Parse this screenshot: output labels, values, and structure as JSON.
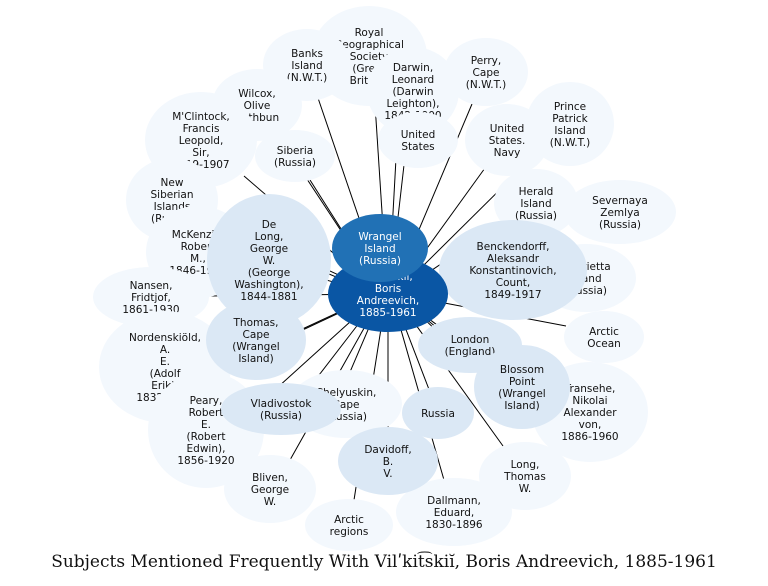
{
  "title": "Subjects Mentioned Frequently With Vilʹkit͡skiĭ, Boris Andreevich, 1885-1961",
  "center": {
    "id": "vilkitskii",
    "label": [
      "Vilʹkit͡skiĭ,",
      "Boris",
      "Andreevich,",
      "1885-1961"
    ],
    "color": "#0a56a4"
  },
  "colors": {
    "strong": "#2171b5",
    "medium": "#dbe8f5",
    "light": "#f3f8fd",
    "edge": "#000000"
  },
  "nodes": [
    {
      "id": "wrangel",
      "label": [
        "Wrangel",
        "Island",
        "(Russia)"
      ],
      "tone": "strong"
    },
    {
      "id": "royal",
      "label": [
        "Royal",
        "Geographical",
        "Society",
        "(Great",
        "Britain)"
      ],
      "tone": "light"
    },
    {
      "id": "banks",
      "label": [
        "Banks",
        "Island",
        "(N.W.T.)"
      ],
      "tone": "light"
    },
    {
      "id": "darwin",
      "label": [
        "Darwin,",
        "Leonard",
        "(Darwin",
        "Leighton),",
        "1842-1900"
      ],
      "tone": "light"
    },
    {
      "id": "perry",
      "label": [
        "Perry,",
        "Cape",
        "(N.W.T.)"
      ],
      "tone": "light"
    },
    {
      "id": "wilcox",
      "label": [
        "Wilcox,",
        "Olive",
        "Rathbun"
      ],
      "tone": "light"
    },
    {
      "id": "prince",
      "label": [
        "Prince",
        "Patrick",
        "Island",
        "(N.W.T.)"
      ],
      "tone": "light"
    },
    {
      "id": "mclintock",
      "label": [
        "M'Clintock,",
        "Francis",
        "Leopold,",
        "Sir,",
        "1819-1907"
      ],
      "tone": "light"
    },
    {
      "id": "siberia",
      "label": [
        "Siberia",
        "(Russia)"
      ],
      "tone": "light"
    },
    {
      "id": "us",
      "label": [
        "United",
        "States"
      ],
      "tone": "light"
    },
    {
      "id": "usnavy",
      "label": [
        "United",
        "States.",
        "Navy"
      ],
      "tone": "light"
    },
    {
      "id": "newsib",
      "label": [
        "New",
        "Siberian",
        "Islands",
        "(Russia)"
      ],
      "tone": "light"
    },
    {
      "id": "herald",
      "label": [
        "Herald",
        "Island",
        "(Russia)"
      ],
      "tone": "light"
    },
    {
      "id": "severnaya",
      "label": [
        "Severnaya",
        "Zemlya",
        "(Russia)"
      ],
      "tone": "light"
    },
    {
      "id": "mckenzie",
      "label": [
        "McKenzie,",
        "Robert",
        "M.,",
        "1846-1930"
      ],
      "tone": "light"
    },
    {
      "id": "delong",
      "label": [
        "De",
        "Long,",
        "George",
        "W.",
        "(George",
        "Washington),",
        "1844-1881"
      ],
      "tone": "medium"
    },
    {
      "id": "benck",
      "label": [
        "Benckendorff,",
        "Aleksandr",
        "Konstantinovich,",
        "Count,",
        "1849-1917"
      ],
      "tone": "medium"
    },
    {
      "id": "henrietta",
      "label": [
        "Henrietta",
        "Island",
        "(Russia)"
      ],
      "tone": "light"
    },
    {
      "id": "nansen",
      "label": [
        "Nansen,",
        "Fridtjof,",
        "1861-1930"
      ],
      "tone": "light"
    },
    {
      "id": "thomas",
      "label": [
        "Thomas,",
        "Cape",
        "(Wrangel",
        "Island)"
      ],
      "tone": "medium"
    },
    {
      "id": "arctic",
      "label": [
        "Arctic",
        "Ocean"
      ],
      "tone": "light"
    },
    {
      "id": "nordensk",
      "label": [
        "Nordenskiöld,",
        "A.",
        "E.",
        "(Adolf",
        "Erik),",
        "1832-1901"
      ],
      "tone": "light"
    },
    {
      "id": "london",
      "label": [
        "London",
        "(England)"
      ],
      "tone": "medium"
    },
    {
      "id": "blossom",
      "label": [
        "Blossom",
        "Point",
        "(Wrangel",
        "Island)"
      ],
      "tone": "medium"
    },
    {
      "id": "peary",
      "label": [
        "Peary,",
        "Robert",
        "E.",
        "(Robert",
        "Edwin),",
        "1856-1920"
      ],
      "tone": "light"
    },
    {
      "id": "transehe",
      "label": [
        "Transehe,",
        "Nikolai",
        "Alexander",
        "von,",
        "1886-1960"
      ],
      "tone": "light"
    },
    {
      "id": "vladivostok",
      "label": [
        "Vladivostok",
        "(Russia)"
      ],
      "tone": "medium"
    },
    {
      "id": "chelyuskin",
      "label": [
        "Chelyuskin,",
        "Cape",
        "(Russia)"
      ],
      "tone": "light"
    },
    {
      "id": "russia",
      "label": [
        "Russia"
      ],
      "tone": "medium"
    },
    {
      "id": "davidoff",
      "label": [
        "Davidoff,",
        "B.",
        "V."
      ],
      "tone": "medium"
    },
    {
      "id": "long",
      "label": [
        "Long,",
        "Thomas",
        "W."
      ],
      "tone": "light"
    },
    {
      "id": "bliven",
      "label": [
        "Bliven,",
        "George",
        "W."
      ],
      "tone": "light"
    },
    {
      "id": "dallmann",
      "label": [
        "Dallmann,",
        "Eduard,",
        "1830-1896"
      ],
      "tone": "light"
    },
    {
      "id": "arcticreg",
      "label": [
        "Arctic",
        "regions"
      ],
      "tone": "light"
    }
  ]
}
